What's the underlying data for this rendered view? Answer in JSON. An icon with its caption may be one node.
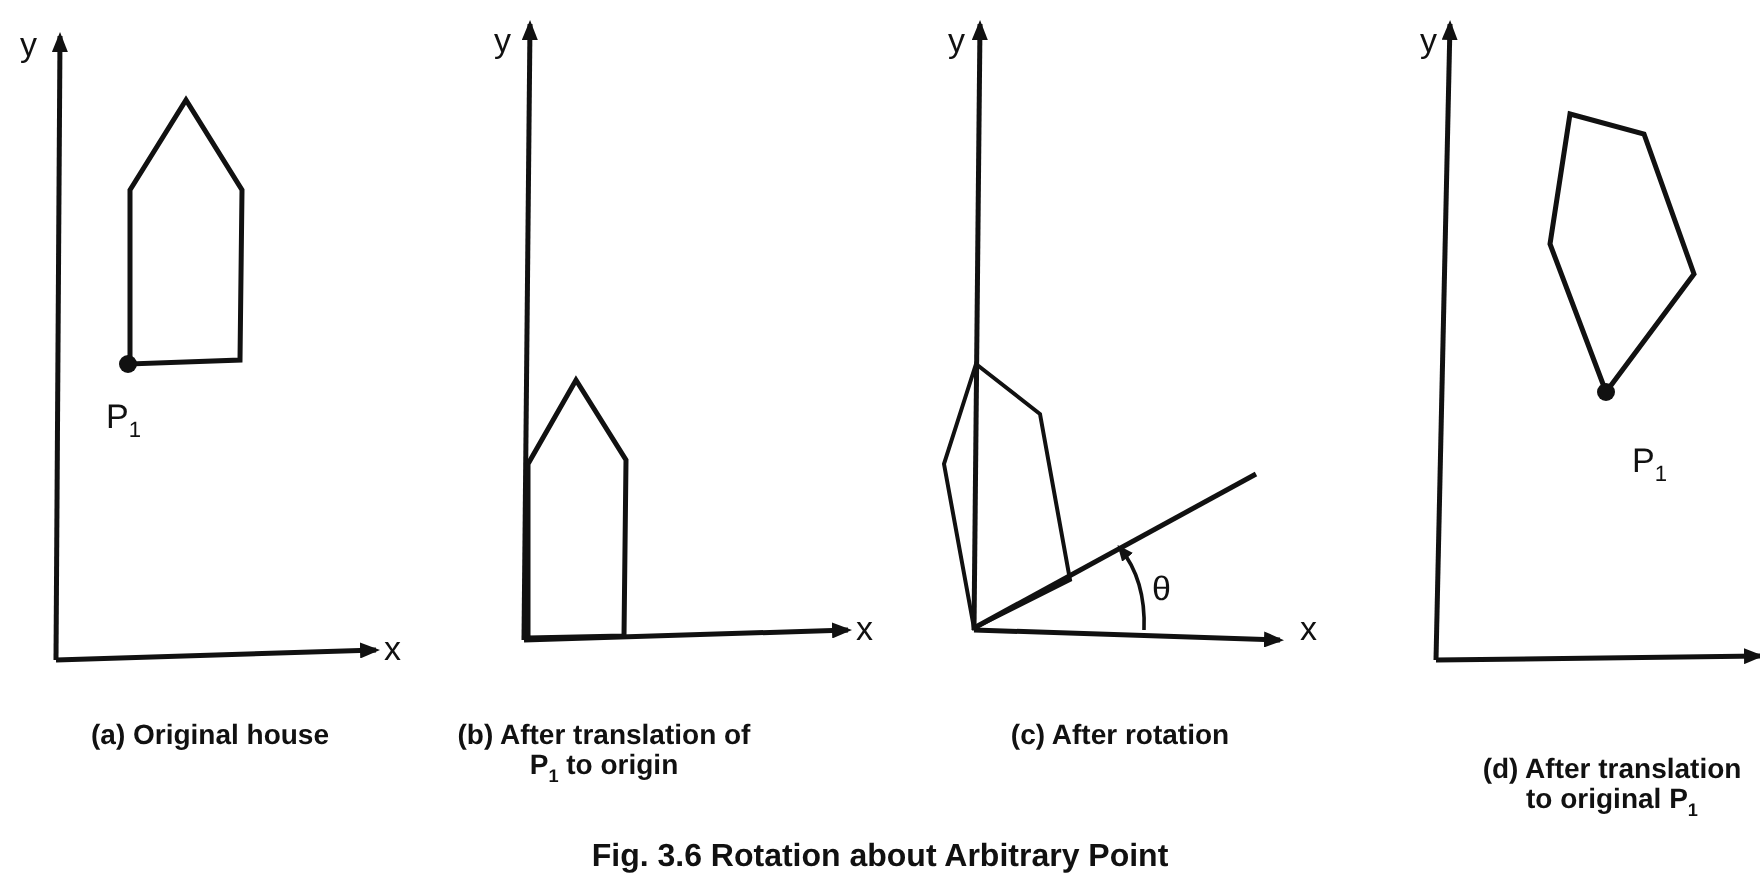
{
  "diagram": {
    "caption": "Fig. 3.6 Rotation about Arbitrary Point",
    "labels": [
      "y",
      "P$_{1}$",
      "x",
      "(a) Original house",
      "y",
      "x",
      "(b) After translation of P$_{1}$ to origin",
      "y",
      "θ",
      "x",
      "(c) After rotation",
      "y",
      "P$_{1}$",
      "(d) After translation to original P$_{1}$"
    ]
  }
}
